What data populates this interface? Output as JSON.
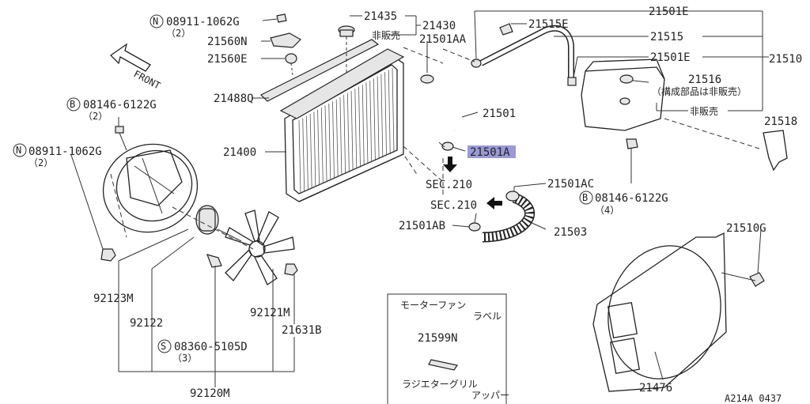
{
  "labels": {
    "p21435": "21435",
    "p21430": "21430",
    "not_sold_1": "非販売",
    "p21501AA": "21501AA",
    "p21501E_top": "21501E",
    "p21515E": "21515E",
    "p21515": "21515",
    "p21501E_mid": "21501E",
    "p21510": "21510",
    "p21516": "21516",
    "p21516_note": "（構成部品は非販売）",
    "not_sold_2": "非販売",
    "p21518": "21518",
    "bolt_n_top": "08911-1062G",
    "bolt_n_top_qty": "（2）",
    "p21560N": "21560N",
    "p21560E": "21560E",
    "front": "FRONT",
    "p21488Q": "21488Q",
    "bolt_b_left": "08146-6122G",
    "bolt_b_left_qty": "（2）",
    "bolt_n_left": "08911-1062G",
    "bolt_n_left_qty": "（2）",
    "p21400": "21400",
    "p21501": "21501",
    "p21501A": "21501A",
    "sec210_a": "SEC.210",
    "sec210_b": "SEC.210",
    "p21501AC": "21501AC",
    "p21501AB": "21501AB",
    "p21503": "21503",
    "bolt_b_right": "08146-6122G",
    "bolt_b_right_qty": "（4）",
    "p21510G": "21510G",
    "p92123M": "92123M",
    "p92122": "92122",
    "p92121M": "92121M",
    "p21631B": "21631B",
    "bolt_s": "08360-5105D",
    "bolt_s_qty": "（3）",
    "p92120M": "92120M",
    "motor_fan_label_1": "モーターファン",
    "motor_fan_label_2": "ラベル",
    "p21599N": "21599N",
    "grille_label_1": "ラジエターグリル",
    "grille_label_2": "アッパー",
    "p21476": "21476",
    "figure_code": "A214A 0437"
  },
  "symbols": {
    "n": "N",
    "b": "B",
    "s": "S"
  },
  "colors": {
    "highlight": "#9a9ad8",
    "line": "#333333"
  }
}
